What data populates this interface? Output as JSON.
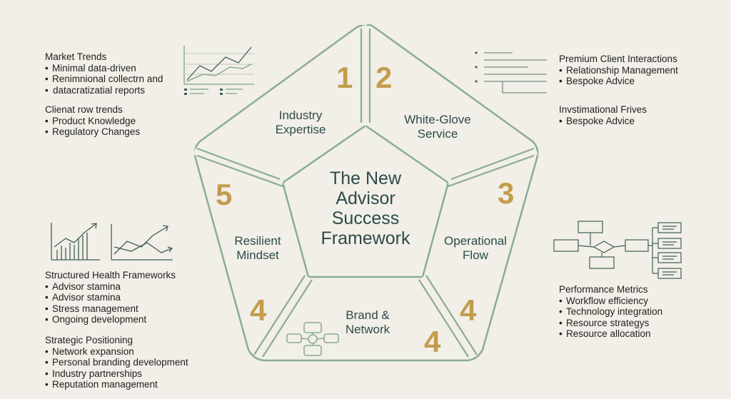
{
  "diagram": {
    "center_title": "The New\nAdvisor\nSuccess\nFramework",
    "segments": [
      {
        "label": "Industry\nExpertise",
        "number": "1"
      },
      {
        "label": "White-Glove\nService",
        "number": "2"
      },
      {
        "label": "Operational\nFlow",
        "number": "3"
      },
      {
        "label": "Brand &\nNetwork",
        "number": "4"
      },
      {
        "label": "Resilient\nMindset",
        "number": "5"
      }
    ],
    "extra_numbers": [
      "4",
      "4"
    ]
  },
  "notes": {
    "market_trends": {
      "heading": "Market Trends",
      "items": [
        "Minimal data-driven",
        "Renimnional collectrn and",
        "datacratizatial reports"
      ]
    },
    "client_trends": {
      "heading": "Clienat row trends",
      "items": [
        "Product Knowledge",
        "Regulatory Changes"
      ]
    },
    "premium": {
      "heading": "Premium Client Interactions",
      "items": [
        "Relationship Management",
        "Bespoke Advice"
      ]
    },
    "invstimational": {
      "heading": "Invstimational Frives",
      "items": [
        "Bespoke Advice"
      ]
    },
    "health": {
      "heading": "Structured Health Frameworks",
      "items": [
        "Advisor stamina",
        "Advisor stamina",
        "Stress management",
        "Ongoing development"
      ]
    },
    "strategic": {
      "heading": "Strategic Positioning",
      "items": [
        "Network expansion",
        "Personal branding development",
        "Industry partnerships",
        "Reputation management"
      ]
    },
    "performance": {
      "heading": "Performance Metrics",
      "items": [
        "Workflow efficiency",
        "Technology integration",
        "Resource strategys",
        "Resource allocation"
      ]
    }
  },
  "colors": {
    "outline": "#8cab9b",
    "text_teal": "#2d4b4b",
    "number_gold": "#c39d4e",
    "background": "#f1efe7"
  },
  "icons": [
    "line-chart-icon",
    "bar-line-chart-icon",
    "trend-chart-icon",
    "list-lines-icon",
    "flowchart-icon",
    "network-icon"
  ]
}
